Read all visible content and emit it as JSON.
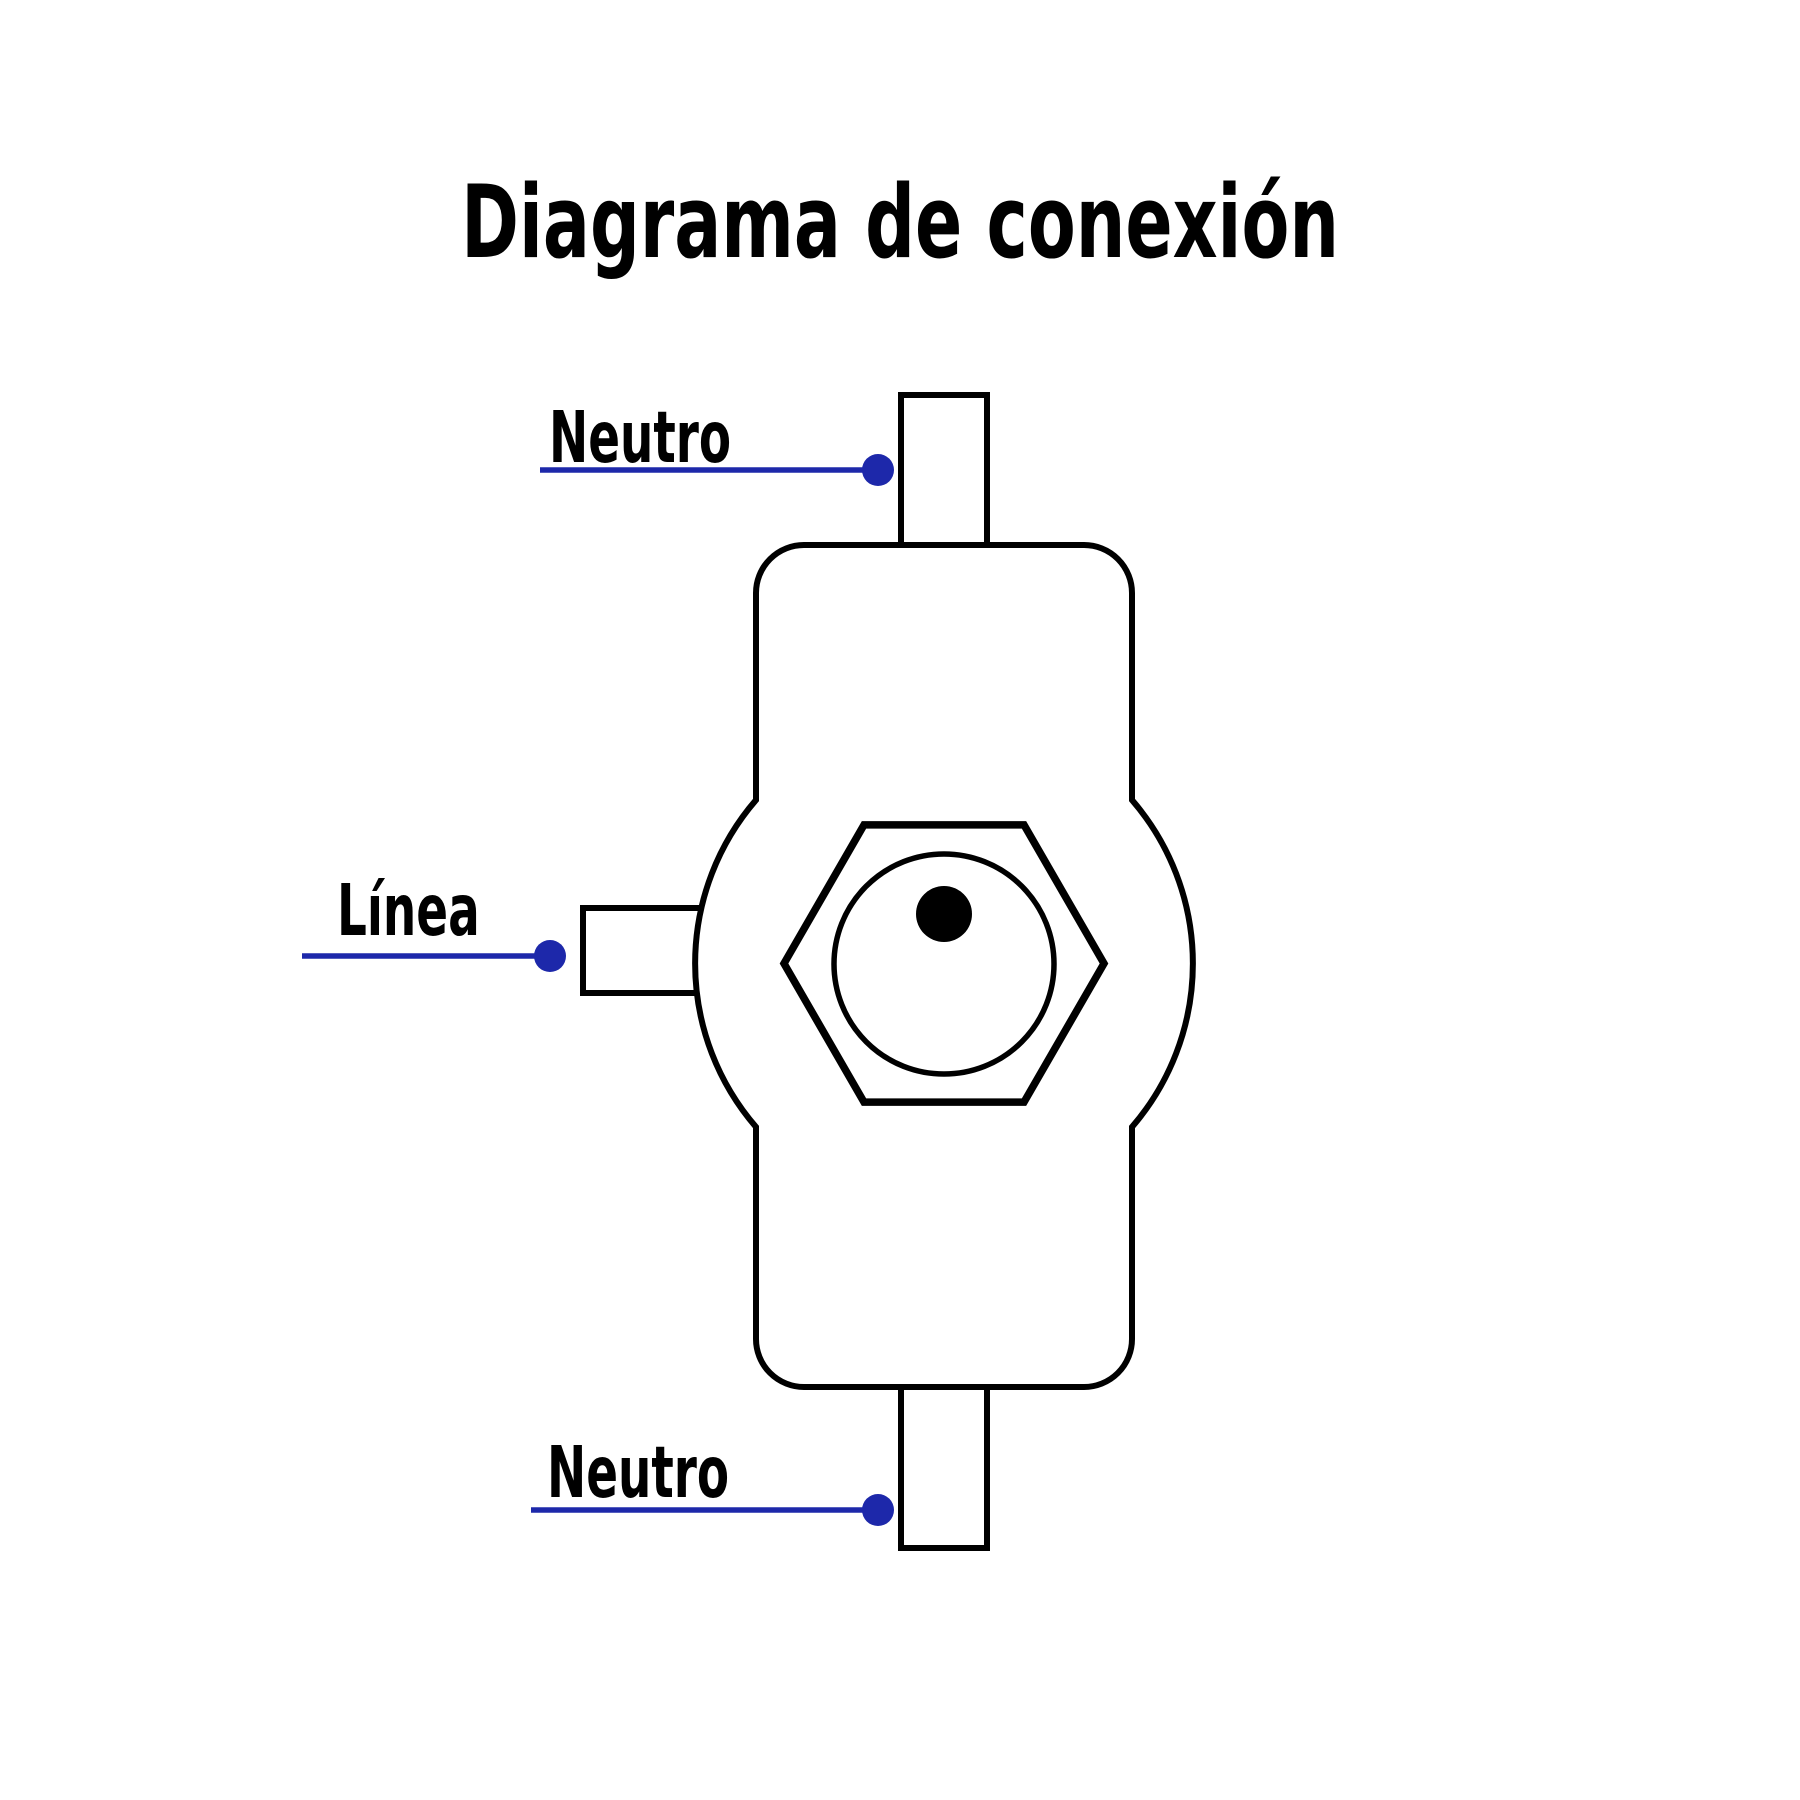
{
  "title": "Diagrama de conexión",
  "labels": {
    "top_wire": "Neutro",
    "left_wire": "Línea",
    "bottom_wire": "Neutro"
  },
  "colors": {
    "wire_blue": "#1d28aa",
    "outline_black": "#000000",
    "background": "#ffffff"
  }
}
